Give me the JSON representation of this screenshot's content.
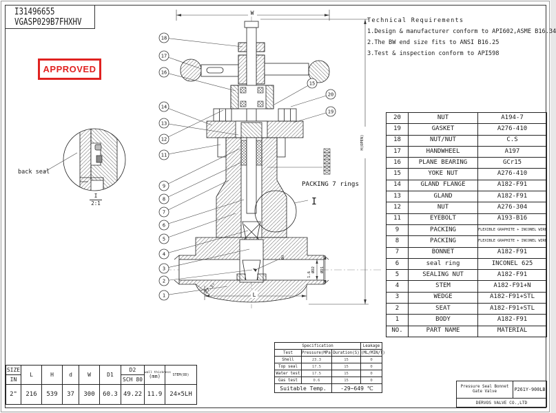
{
  "meta": {
    "id_line1": "I31496655",
    "id_line2": "VGASP029B7FHXHV",
    "approved": "APPROVED"
  },
  "tech": {
    "title": "Technical Requirements",
    "items": [
      "1.Design & manufacturer conform to API602,ASME B16.34",
      "2.The BW end size fits to ANSI B16.25",
      "3.Test & inspection conform to API598"
    ]
  },
  "detail_view": {
    "label": "back seal",
    "ref": "I",
    "scale": "2:1"
  },
  "drawing": {
    "packing_note": "PACKING 7 rings",
    "packing_ring_count": 7,
    "detail_mark": "I",
    "dims": {
      "w": "W",
      "h": "H(OPEN)",
      "l": "L",
      "angle": "37.5°",
      "r16": "1.6",
      "d1": "ØD1",
      "d2": "ØD2",
      "d": "Ød"
    },
    "callouts_left": [
      "18",
      "17",
      "16",
      "14",
      "13",
      "12",
      "11",
      "9",
      "8",
      "7",
      "6",
      "5",
      "4",
      "3",
      "2",
      "1"
    ],
    "callouts_right": [
      "15",
      "20",
      "19"
    ]
  },
  "parts_table": {
    "header": {
      "no": "NO.",
      "name": "PART NAME",
      "material": "MATERIAL"
    },
    "rows": [
      [
        "20",
        "NUT",
        "A194-7"
      ],
      [
        "19",
        "GASKET",
        "A276-410"
      ],
      [
        "18",
        "NUT/NUT",
        "C.S"
      ],
      [
        "17",
        "HANDWHEEL",
        "A197"
      ],
      [
        "16",
        "PLANE BEARING",
        "GCr15"
      ],
      [
        "15",
        "YOKE NUT",
        "A276-410"
      ],
      [
        "14",
        "GLAND FLANGE",
        "A182-F91"
      ],
      [
        "13",
        "GLAND",
        "A182-F91"
      ],
      [
        "12",
        "NUT",
        "A276-304"
      ],
      [
        "11",
        "EYEBOLT",
        "A193-B16"
      ],
      [
        "9",
        "PACKING",
        "FLEXIBLE GRAPHITE + INCONEL WIRE"
      ],
      [
        "8",
        "PACKING",
        "FLEXIBLE GRAPHITE + INCONEL WIRE"
      ],
      [
        "7",
        "BONNET",
        "A182-F91"
      ],
      [
        "6",
        "seal ring",
        "INCONEL 625"
      ],
      [
        "5",
        "SEALING NUT",
        "A182-F91"
      ],
      [
        "4",
        "STEM",
        "A182-F91+N"
      ],
      [
        "3",
        "WEDGE",
        "A182-F91+STL"
      ],
      [
        "2",
        "SEAT",
        "A182-F91+STL"
      ],
      [
        "1",
        "BODY",
        "A182-F91"
      ]
    ]
  },
  "spec_table": {
    "title": "Specification",
    "leakage": "Leakage",
    "cols": [
      "Test",
      "Pressure(MPa)",
      "Duration(S)",
      "(ML/MIN/T)"
    ],
    "rows": [
      [
        "Shell",
        "23.3",
        "15",
        "0"
      ],
      [
        "Top seal",
        "17.5",
        "15",
        "0"
      ],
      [
        "Water test",
        "17.5",
        "15",
        "0"
      ],
      [
        "Gas test",
        "0.6",
        "15",
        "0"
      ]
    ],
    "footer_label": "Suitable Temp.",
    "footer_value": "-29~649 ℃"
  },
  "size_table": {
    "size_label": "SIZE",
    "size_unit": "IN",
    "cols": [
      "L",
      "H",
      "d",
      "W",
      "D1"
    ],
    "d2_label": "D2",
    "d2_sub": "SCH 80",
    "wall_label": "wall thickness",
    "wall_unit": "(mm)",
    "stem_label": "STEM(OD)",
    "row": [
      "2\"",
      "216",
      "539",
      "37",
      "300",
      "60.3",
      "49.22",
      "11.9",
      "24×5LH"
    ]
  },
  "title_block": {
    "product_line1": "Pressure Seal Bonnet",
    "product_line2": "Gate Valve",
    "model": "P261Y-900LB",
    "company": "DERVOS VALVE CO.,LTD"
  }
}
